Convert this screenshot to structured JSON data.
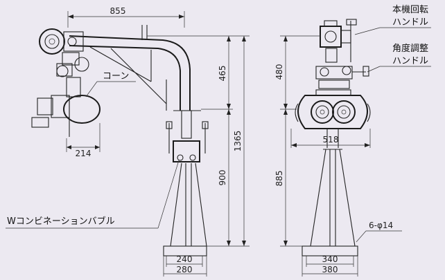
{
  "dimensions": {
    "d855": "855",
    "d465": "465",
    "d1365": "1365",
    "d900": "900",
    "d214": "214",
    "d240": "240",
    "d280": "280",
    "d480": "480",
    "d885": "885",
    "d518": "518",
    "d340": "340",
    "d380": "380",
    "d6phi14": "6-φ14"
  },
  "labels": {
    "cone": "コーン",
    "bubble": "Wコンビネーションバブル",
    "rotate1": "本機回転",
    "rotate2": "ハンドル",
    "angle1": "角度調整",
    "angle2": "ハンドル"
  }
}
